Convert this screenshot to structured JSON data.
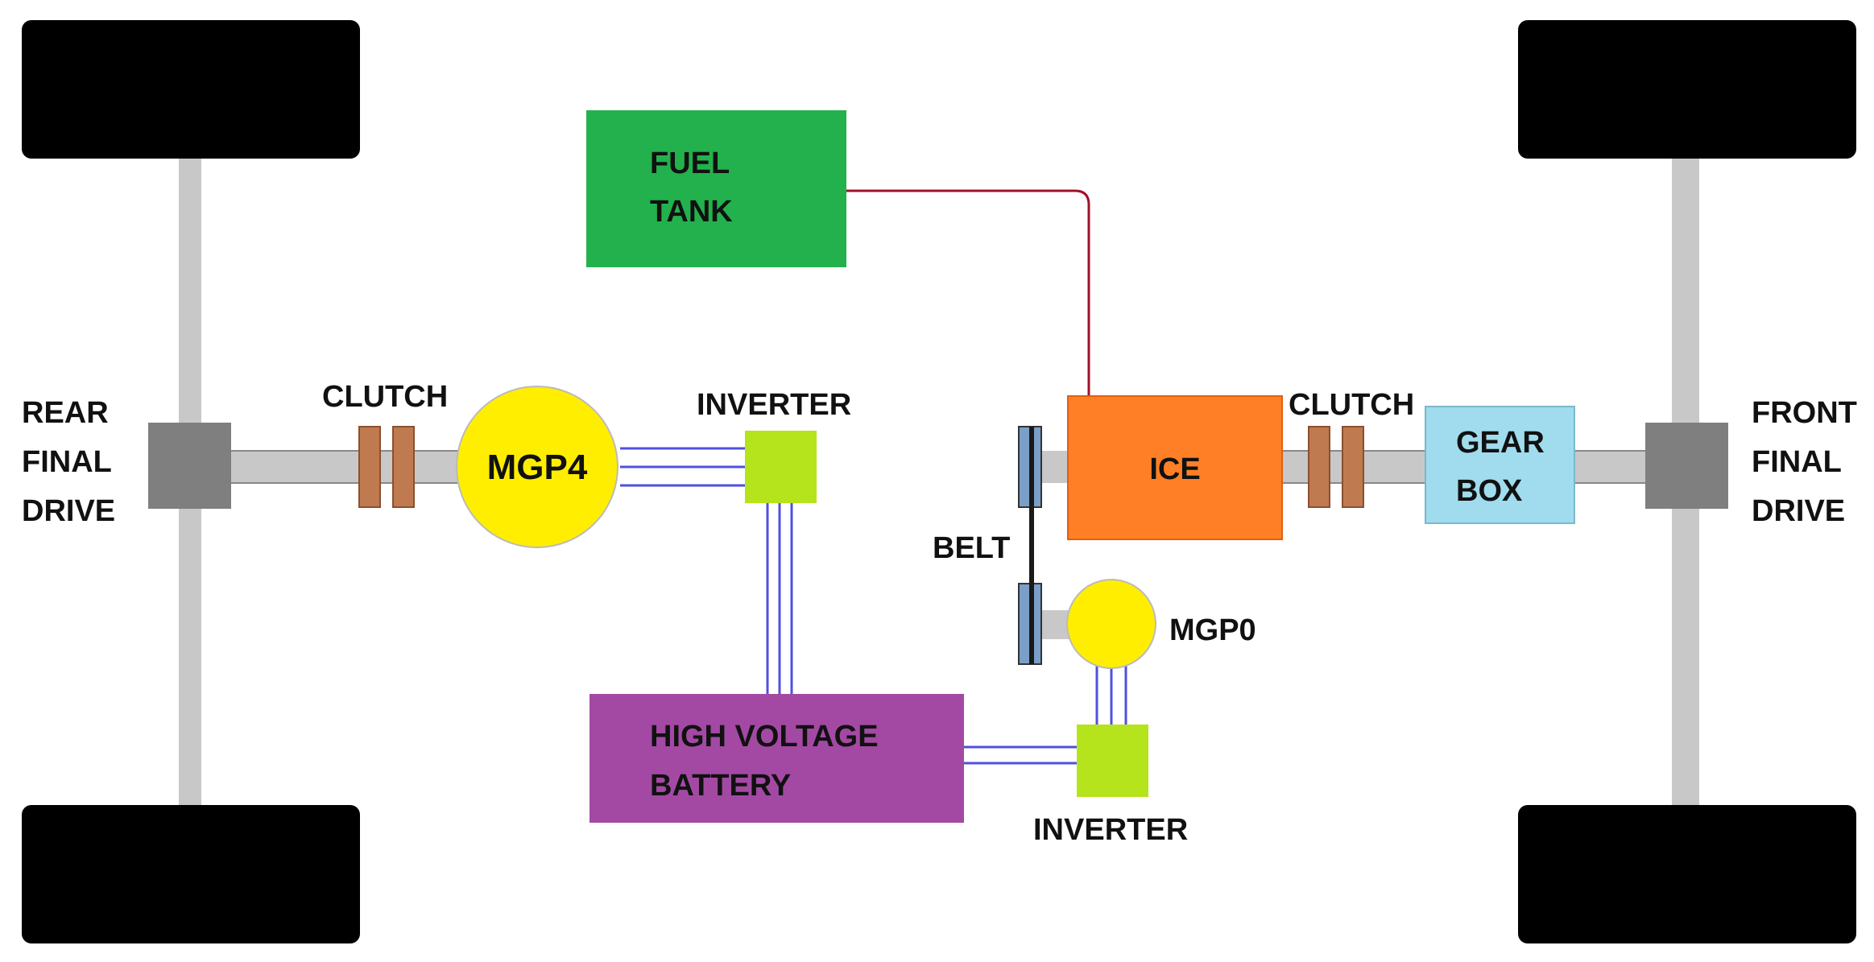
{
  "labels": {
    "rear_drive": [
      "REAR",
      "FINAL",
      "DRIVE"
    ],
    "front_drive": [
      "FRONT",
      "FINAL",
      "DRIVE"
    ],
    "clutch_rear": "CLUTCH",
    "clutch_front": "CLUTCH",
    "mgp4": "MGP4",
    "mgp0": "MGP0",
    "inverter_top": "INVERTER",
    "inverter_bottom": "INVERTER",
    "fuel_tank": [
      "FUEL",
      "TANK"
    ],
    "ice": "ICE",
    "gear_box": [
      "GEAR",
      "BOX"
    ],
    "belt": "BELT",
    "battery": [
      "HIGH VOLTAGE",
      "BATTERY"
    ]
  },
  "colors": {
    "wheel": "#000000",
    "axle": "#c8c8c8",
    "final_drive": "#7f7f7f",
    "clutch": "#c07a50",
    "motor": "#ffee00",
    "inverter": "#b5e31c",
    "fuel_tank": "#22b14c",
    "fuel_line": "#a0102a",
    "ice": "#ff7f27",
    "gear_box": "#a0dced",
    "battery": "#a349a4",
    "hv_wire": "#5050e0",
    "belt": "#1a1a1a",
    "pulley": "#7aa0c8"
  }
}
